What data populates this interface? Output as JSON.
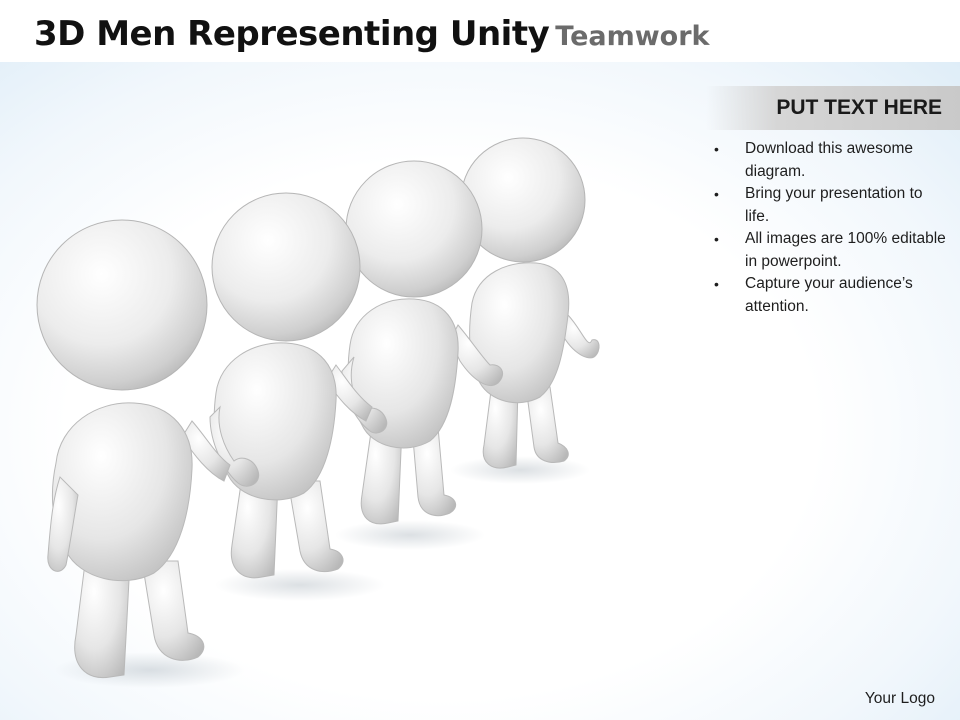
{
  "slide": {
    "title": "3D Men Representing Unity",
    "subtitle": "Teamwork",
    "header": "PUT TEXT HERE",
    "bullets": [
      "Download this awesome diagram.",
      "Bring your presentation to life.",
      "All images are 100% editable in powerpoint.",
      "Capture your audience’s attention."
    ],
    "logo": "Your Logo"
  },
  "illustration": {
    "icon": "four-3d-men-holding-hands",
    "figure_count": 4
  },
  "colors": {
    "title": "#111111",
    "subtitle": "#6b6b6b",
    "header_bar": "#c9c9c9",
    "background_edge": "#d9eaf6",
    "figure": "#e8e8e8"
  }
}
